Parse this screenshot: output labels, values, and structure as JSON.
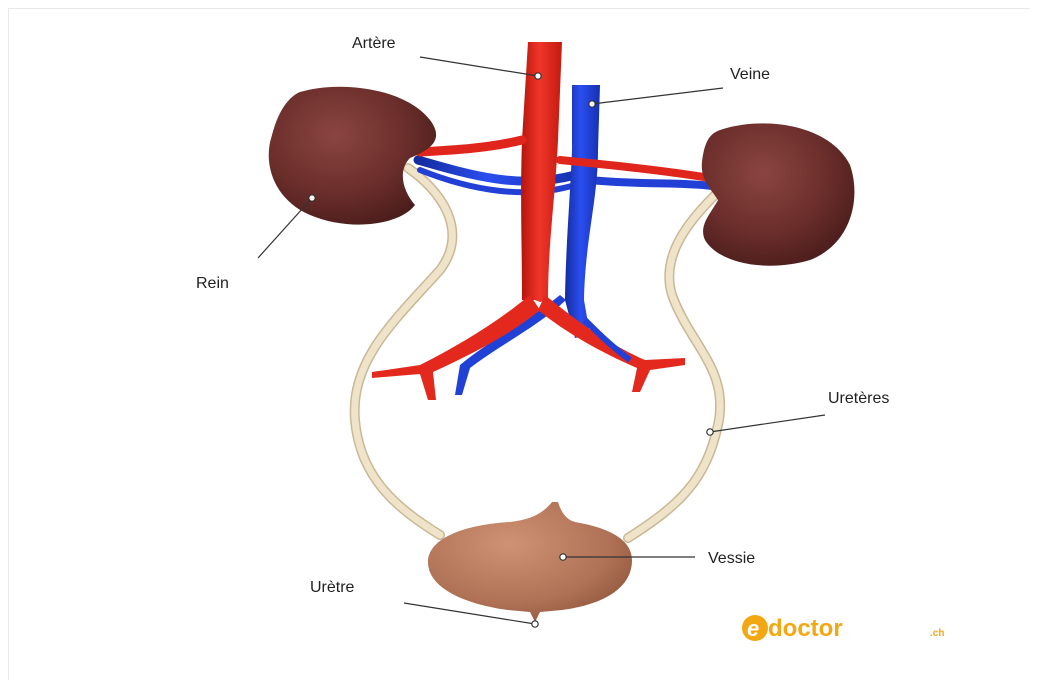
{
  "labels": {
    "artere": "Artère",
    "veine": "Veine",
    "rein": "Rein",
    "ureteres": "Uretères",
    "vessie": "Vessie",
    "uretre": "Urètre"
  },
  "logo": {
    "text_main": "doctor",
    "text_e": "e",
    "text_suffix": ".ch"
  },
  "colors": {
    "artery": "#e8261c",
    "vein": "#1f3fd8",
    "kidney": "#6b2e2b",
    "ureter": "#e9dcc0",
    "bladder": "#b97a5e",
    "logo": "#f3a712"
  }
}
